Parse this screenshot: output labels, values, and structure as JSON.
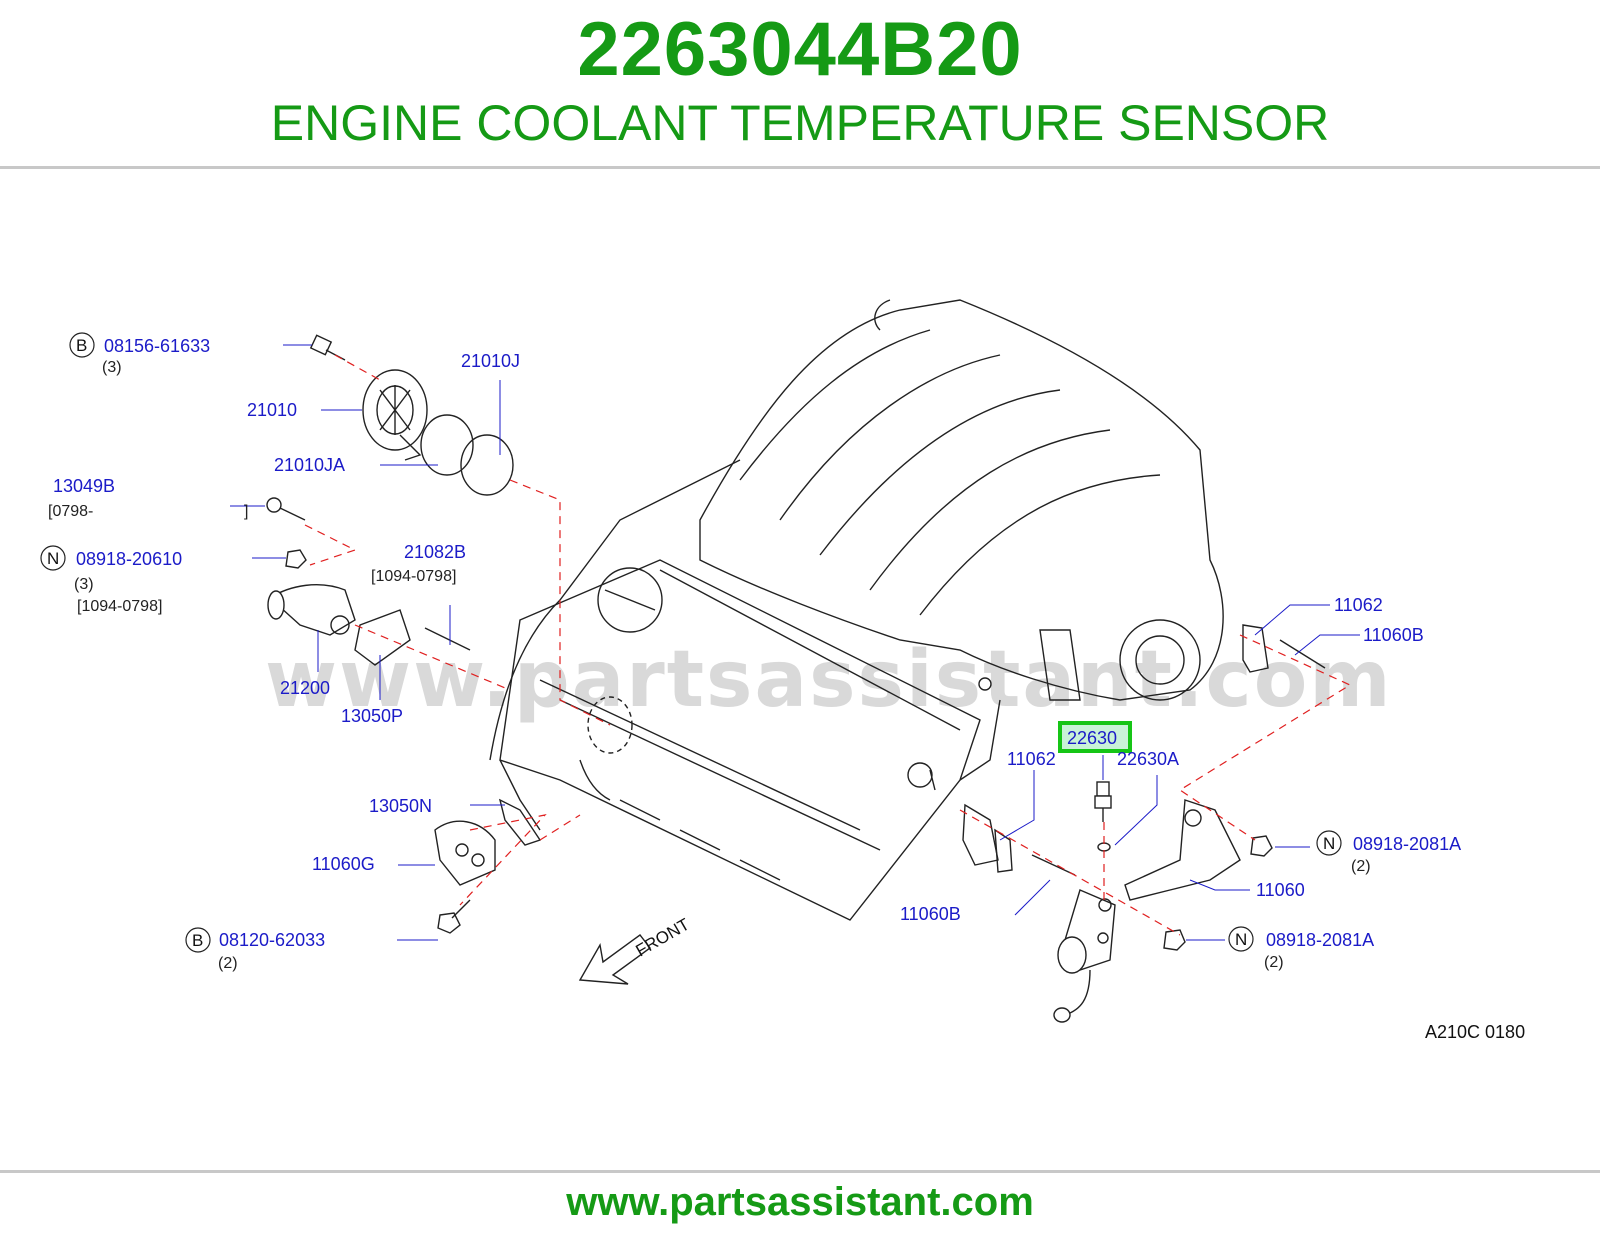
{
  "header": {
    "part_number": "2263044B20",
    "part_name": "ENGINE COOLANT TEMPERATURE SENSOR"
  },
  "diagram": {
    "watermark": "www.partsassistant.com",
    "front_label": "FRONT",
    "ref_code": "A210C 0180",
    "highlighted": "22630",
    "callouts": {
      "c08156": "08156-61633",
      "c21010J": "21010J",
      "c21010": "21010",
      "c21010JA": "21010JA",
      "c13049B": "13049B",
      "c08918_20610": "08918-20610",
      "c21082B": "21082B",
      "c21200": "21200",
      "c13050P": "13050P",
      "c13050N": "13050N",
      "c11060G": "11060G",
      "c08120": "08120-62033",
      "c11062_right": "11062",
      "c11060B_right": "11060B",
      "c11062_center": "11062",
      "c22630A": "22630A",
      "c11060B_center": "11060B",
      "c08918_2081A_a": "08918-2081A",
      "c11060": "11060",
      "c08918_2081A_b": "08918-2081A"
    },
    "quantities": {
      "q08156": "(3)",
      "q08918_20610": "(3)",
      "q08120": "(2)",
      "q2081A_a": "(2)",
      "q2081A_b": "(2)"
    },
    "ranges": {
      "r13049B_start": "[0798-",
      "r13049B_end": "]",
      "r21082B": "[1094-0798]",
      "r08918_20610": "[1094-0798]"
    },
    "markers": {
      "m08156": "B",
      "m08918_20610": "N",
      "m08120": "B",
      "m2081A_a": "N",
      "m2081A_b": "N"
    }
  },
  "footer": {
    "url": "www.partsassistant.com"
  }
}
